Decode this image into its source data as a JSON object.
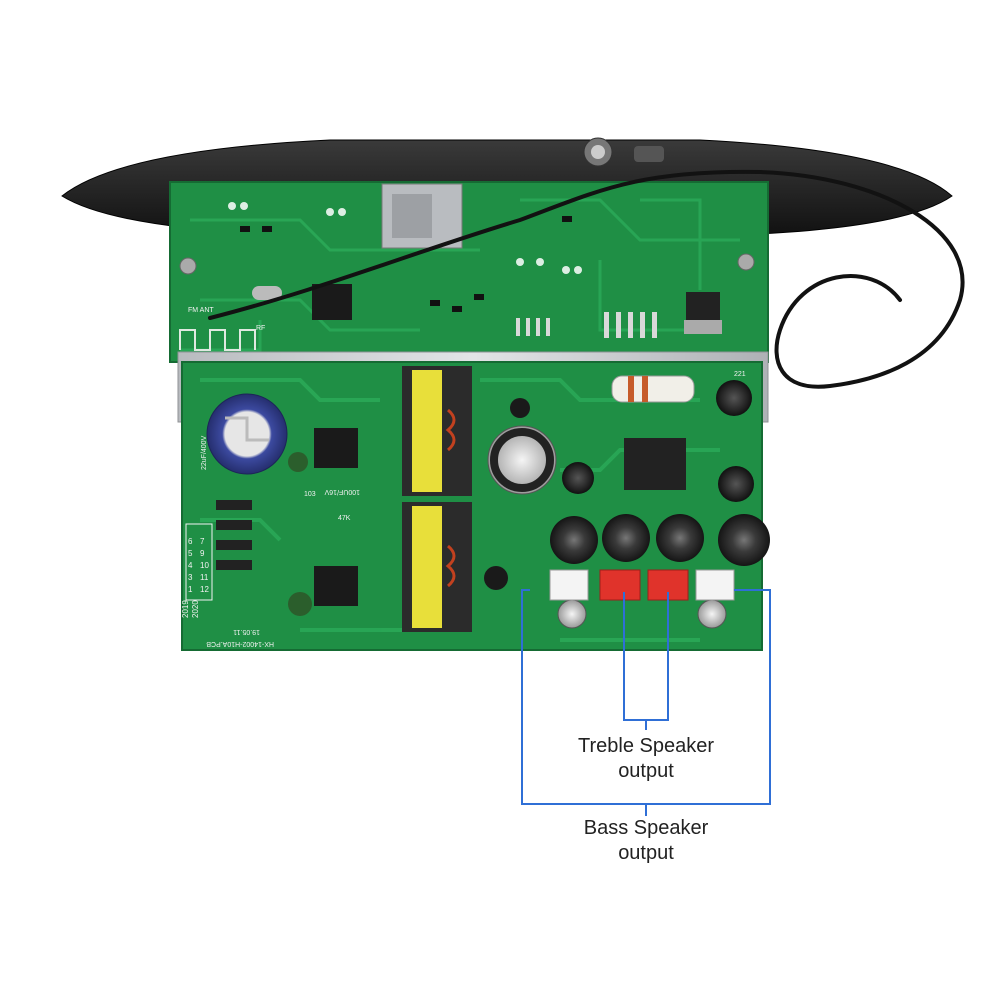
{
  "image": {
    "subject": "amplifier board photo",
    "colors": {
      "pcb": "#1f8f45",
      "pcb_dark": "#17733a",
      "trace": "#2aa857",
      "silkscreen": "#f2f2f2",
      "plate": "#1b1b1b",
      "heatsink": "#c9ccd0",
      "callout_line": "#2f6fd6",
      "connector_red": "#e0332b",
      "connector_white": "#f4f4f4"
    }
  },
  "board": {
    "silkscreen": {
      "fm_ant": "FM ANT",
      "rf": "RF",
      "cap_main": "22uF/400V",
      "cap_value": "100UF/16V",
      "part_103": "103",
      "resistor": "47K",
      "pcb_code": "HX-14002-H10A.PCB",
      "date_code": "19.05.11",
      "rev_table_row1": [
        "1",
        "3",
        "4",
        "5",
        "6"
      ],
      "rev_table_row2": [
        "12",
        "11",
        "10",
        "9",
        "7"
      ],
      "years": [
        "2019",
        "2020"
      ],
      "vr": "221"
    }
  },
  "callouts": {
    "treble": {
      "line1": "Treble Speaker",
      "line2": "output"
    },
    "bass": {
      "line1": "Bass Speaker",
      "line2": "output"
    }
  }
}
